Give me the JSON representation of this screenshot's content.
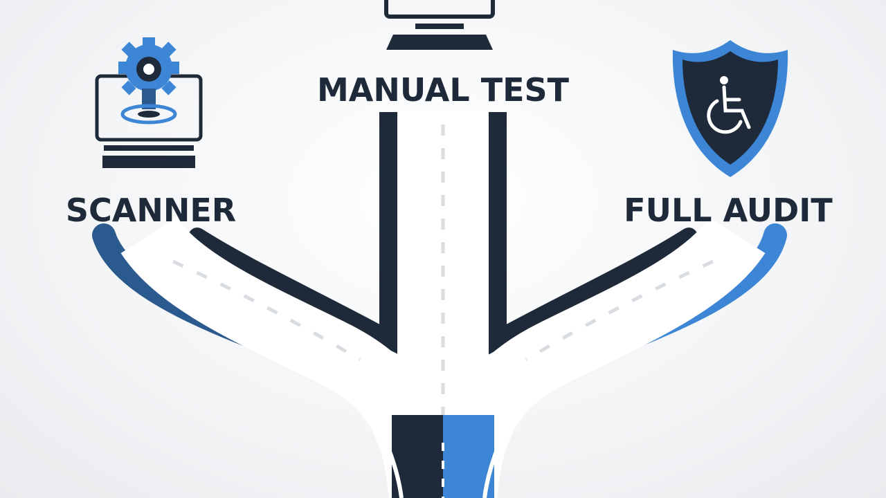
{
  "colors": {
    "navy": "#1e2a3a",
    "blue": "#3d86d6",
    "dark_blue": "#2b5a8f",
    "road": "#ffffff",
    "dash": "#d9dde2",
    "background": "#f3f4f6"
  },
  "paths": {
    "left": {
      "label": "SCANNER",
      "icon": "computer-gear-icon"
    },
    "center": {
      "label": "MANUAL TEST",
      "icon": "computer-monitor-icon"
    },
    "right": {
      "label": "FULL AUDIT",
      "icon": "accessibility-shield-icon"
    }
  }
}
